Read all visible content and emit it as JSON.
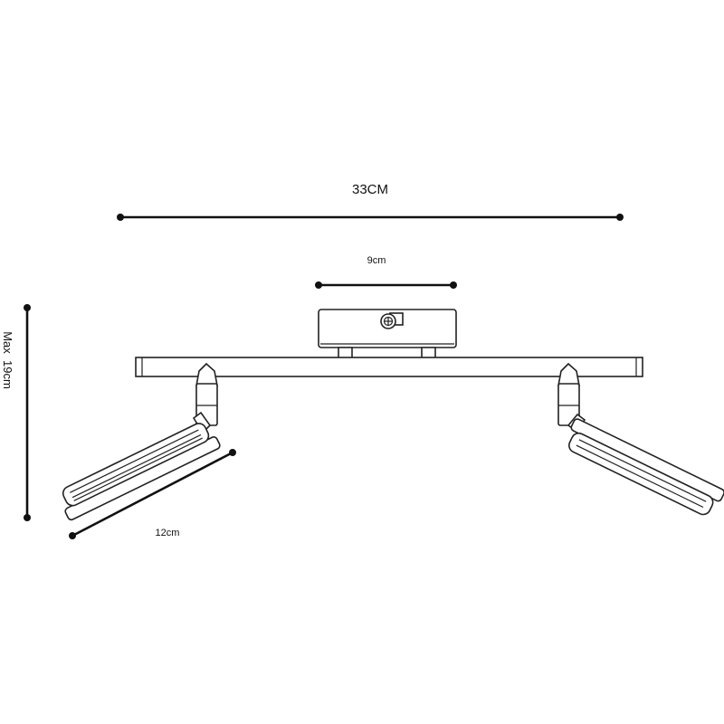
{
  "dimensions": {
    "total_width": "33CM",
    "base_width": "9cm",
    "max_height": "Max  19cm",
    "spot_diameter": "12cm"
  },
  "colors": {
    "line": "#222222",
    "dimension_line": "#111111",
    "background": "#ffffff"
  }
}
